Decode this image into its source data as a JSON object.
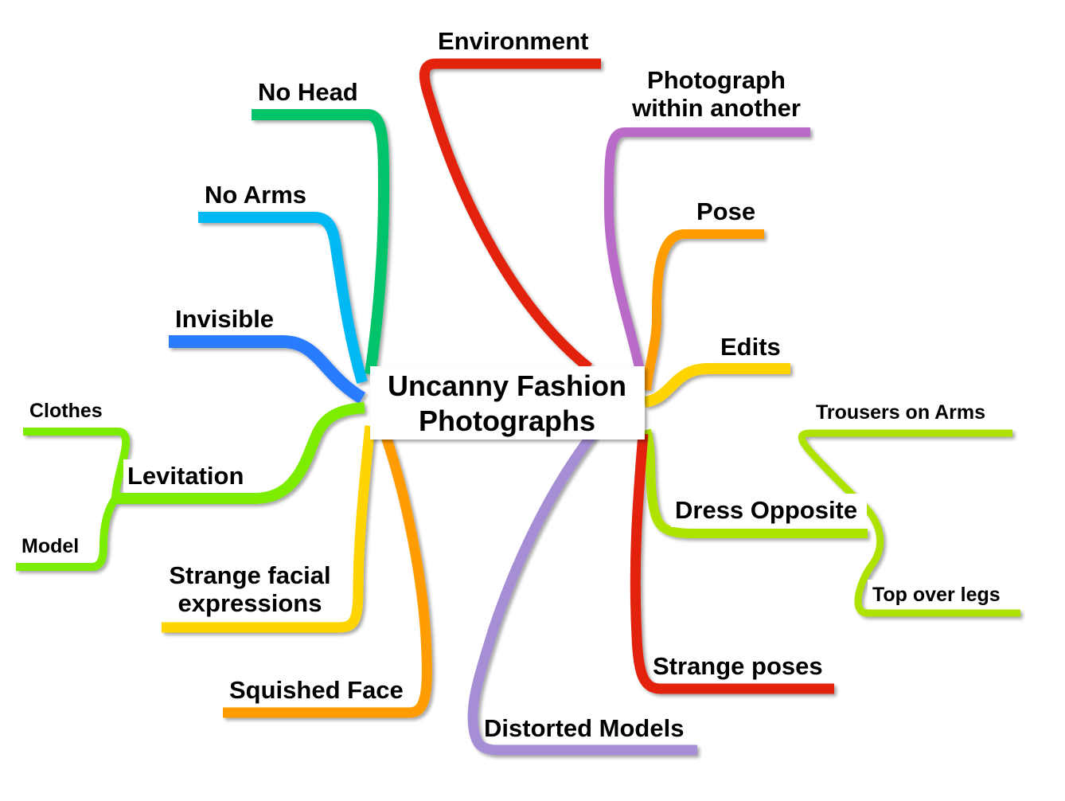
{
  "central_topic": {
    "line1": "Uncanny Fashion",
    "line2": "Photographs"
  },
  "branches": {
    "environment": {
      "label": "Environment",
      "color": "#e2220f"
    },
    "photograph_within": {
      "line1": "Photograph",
      "line2": "within another",
      "color": "#b86cc8"
    },
    "pose": {
      "label": "Pose",
      "color": "#ff9d00"
    },
    "edits": {
      "label": "Edits",
      "color": "#ffd400"
    },
    "dress_opposite": {
      "label": "Dress Opposite",
      "color": "#aee300",
      "children": {
        "trousers_on_arms": "Trousers on Arms",
        "top_over_legs": "Top over legs"
      }
    },
    "strange_poses": {
      "label": "Strange poses",
      "color": "#e2220f"
    },
    "distorted_models": {
      "label": "Distorted Models",
      "color": "#a58ed4"
    },
    "no_head": {
      "label": "No Head",
      "color": "#00c36a"
    },
    "no_arms": {
      "label": "No Arms",
      "color": "#00b9f2"
    },
    "invisible": {
      "label": "Invisible",
      "color": "#2b7cff"
    },
    "levitation": {
      "label": "Levitation",
      "color": "#7ded00",
      "children": {
        "clothes": "Clothes",
        "model": "Model"
      }
    },
    "strange_facial": {
      "line1": "Strange facial",
      "line2": "expressions",
      "color": "#ffd400"
    },
    "squished_face": {
      "label": "Squished Face",
      "color": "#ff9d00"
    }
  }
}
